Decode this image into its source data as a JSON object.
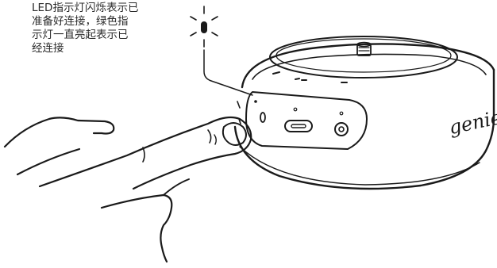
{
  "caption": {
    "lines": [
      "LED指示灯闪烁表示已",
      "准备好连接，绿色指",
      "示灯一直亮起表示已",
      "经连接"
    ]
  },
  "device": {
    "brand_logo": "genie"
  },
  "icons": {
    "led_indicator": "blinking-led-icon",
    "port": "usb-c-port",
    "jack": "audio-jack"
  },
  "colors": {
    "stroke": "#1a1a1a",
    "text": "#2a2a2a",
    "background": "#ffffff"
  }
}
